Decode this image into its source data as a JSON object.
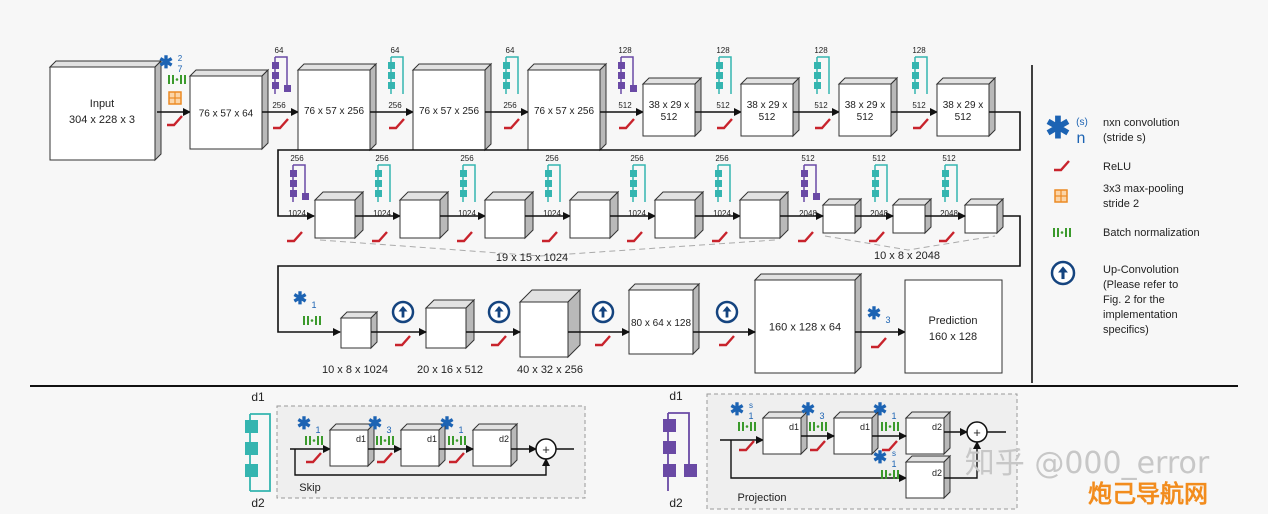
{
  "top": {
    "input": {
      "title": "Input",
      "dims": "304 x 228 x 3"
    },
    "first_conv": {
      "kernel": "7",
      "stride": "2"
    },
    "row1_blocks": [
      "76 x 57 x 64",
      "76 x 57 x 256",
      "76 x 57 x 256",
      "76 x 57 x 256",
      "38 x 29 x\n512",
      "38 x 29 x\n512",
      "38 x 29 x\n512",
      "38 x 29 x\n512"
    ],
    "row1_res_top": [
      "64",
      "64",
      "64",
      "128",
      "128",
      "128",
      "128"
    ],
    "row1_res_bottom": [
      "256",
      "256",
      "256",
      "512",
      "512",
      "512",
      "512"
    ],
    "row1_res_kind": [
      "projection",
      "skip",
      "skip",
      "projection",
      "skip",
      "skip",
      "skip"
    ],
    "row2_res_top": [
      "256",
      "256",
      "256",
      "256",
      "256",
      "256",
      "512",
      "512",
      "512"
    ],
    "row2_res_bottom": [
      "1024",
      "1024",
      "1024",
      "1024",
      "1024",
      "1024",
      "2048",
      "2048",
      "2048"
    ],
    "row2_res_kind": [
      "projection",
      "skip",
      "skip",
      "skip",
      "skip",
      "skip",
      "projection",
      "skip",
      "skip"
    ],
    "row2_group1_label": "19 x 15 x 1024",
    "row2_group2_label": "10 x 8 x 2048",
    "row3_first_conv": "1",
    "row3_blocks": [
      "10 x 8 x 1024",
      "20 x 16 x 512",
      "40 x 32 x 256",
      "80 x 64 x 128",
      "160 x 128 x 64"
    ],
    "final_conv": "3",
    "prediction": {
      "title": "Prediction",
      "dims": "160 x 128"
    }
  },
  "legend": {
    "conv_sub": "n",
    "conv_sup": "(s)",
    "conv_text": [
      "nxn convolution",
      "(stride s)"
    ],
    "relu_text": "ReLU",
    "pool_text": [
      "3x3 max-pooling",
      "stride 2"
    ],
    "bn_text": "Batch normalization",
    "upconv_text": [
      "Up-Convolution",
      "(Please refer to",
      "Fig. 2 for the",
      "implementation",
      "specifics)"
    ]
  },
  "bottom": {
    "skip": {
      "in": "d1",
      "out": "d2",
      "title": "Skip",
      "convs": [
        "1",
        "3",
        "1"
      ],
      "blocks": [
        "d1",
        "d1",
        "d2"
      ]
    },
    "projection": {
      "in": "d1",
      "out": "d2",
      "title": "Projection",
      "convs": [
        "1",
        "3",
        "1"
      ],
      "conv1_stride": "s",
      "blocks": [
        "d1",
        "d1",
        "d2"
      ],
      "shortcut_conv": "1",
      "shortcut_stride": "s",
      "shortcut_block": "d2"
    }
  },
  "watermark": {
    "line1": "知乎 @000_error",
    "line2": "炮己导航网"
  },
  "colors": {
    "teal": "#35b5b0",
    "purple": "#6a4aa5",
    "conv_blue": "#1c63b3",
    "relu_red": "#c8232c",
    "pool_orange": "#ec8a24",
    "bn_green": "#3b9a2c",
    "upconv_navy": "#15447f",
    "watermark_orange": "#f28c1d",
    "watermark_gray": "#c7c7c7"
  }
}
